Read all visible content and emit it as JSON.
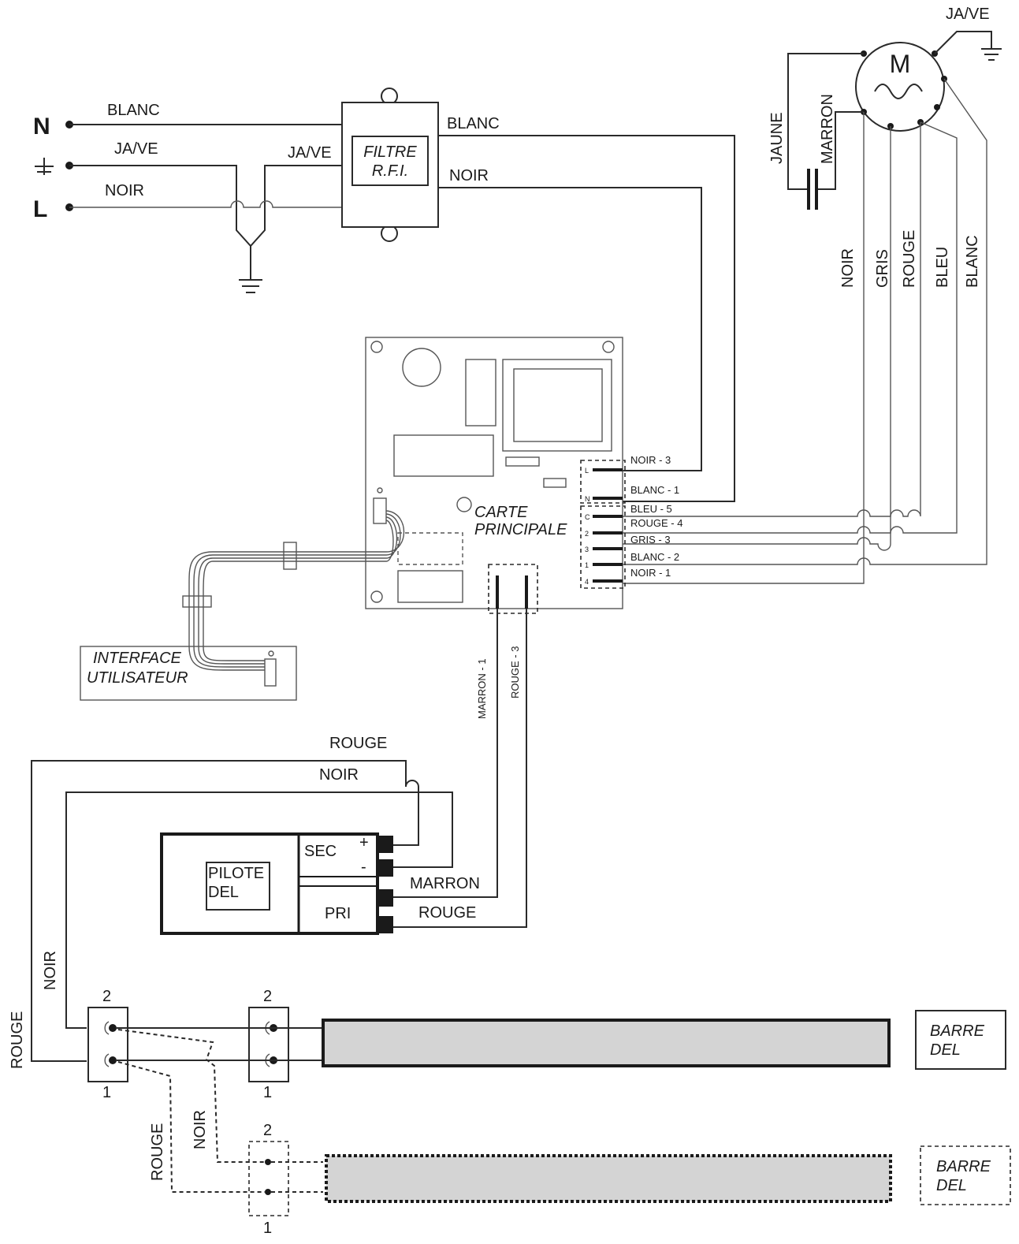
{
  "terminals": {
    "n": "N",
    "l": "L"
  },
  "wires": {
    "blanc_in": "BLANC",
    "javе_in": "JA/VE",
    "noir_in": "NOIR",
    "jave_filter": "JA/VE",
    "blanc_out": "BLANC",
    "noir_out": "NOIR",
    "motor_jave": "JA/VE",
    "jaune": "JAUNE",
    "marron": "MARRON",
    "m_noir": "NOIR",
    "m_gris": "GRIS",
    "m_rouge": "ROUGE",
    "m_bleu": "BLEU",
    "m_blanc": "BLANC",
    "marron1": "MARRON - 1",
    "rouge3": "ROUGE - 3",
    "top_rouge": "ROUGE",
    "top_noir": "NOIR",
    "pilot_marron": "MARRON",
    "pilot_rouge": "ROUGE",
    "left_noir": "NOIR",
    "left_rouge": "ROUGE",
    "dash_rouge": "ROUGE",
    "dash_noir": "NOIR"
  },
  "filter": {
    "line1": "FILTRE",
    "line2": "R.F.I."
  },
  "motor": {
    "symbol": "M"
  },
  "board": {
    "line1": "CARTE",
    "line2": "PRINCIPALE"
  },
  "connectors": {
    "upper": [
      "NOIR - 3",
      "BLANC - 1"
    ],
    "lower": [
      "BLEU - 5",
      "ROUGE - 4",
      "GRIS - 3",
      "BLANC - 2",
      "NOIR - 1"
    ],
    "pins": [
      "L",
      "N",
      "C",
      "2",
      "3",
      "1",
      "4"
    ]
  },
  "interface": {
    "line1": "INTERFACE",
    "line2": "UTILISATEUR"
  },
  "driver": {
    "line1": "PILOTE",
    "line2": "DEL",
    "sec": "SEC",
    "pri": "PRI",
    "plus": "+",
    "minus": "-"
  },
  "blocks": {
    "n2a": "2",
    "n1a": "1",
    "n2b": "2",
    "n1b": "1",
    "n2c": "2",
    "n1c": "1"
  },
  "bars": {
    "bar1_line1": "BARRE",
    "bar1_line2": "DEL",
    "bar2_line1": "BARRE",
    "bar2_line2": "DEL"
  }
}
